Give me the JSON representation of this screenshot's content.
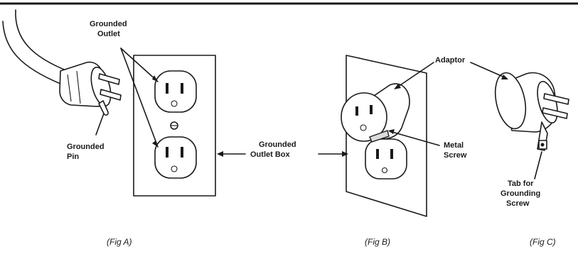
{
  "labels": {
    "grounded_outlet": [
      "Grounded",
      "Outlet"
    ],
    "grounded_pin": [
      "Grounded",
      "Pin"
    ],
    "grounded_outlet_box": [
      "Grounded",
      "Outlet Box"
    ],
    "adaptor": "Adaptor",
    "metal_screw": [
      "Metal",
      "Screw"
    ],
    "tab_for_grounding_screw": [
      "Tab for",
      "Grounding",
      "Screw"
    ]
  },
  "captions": {
    "fig_a": "(Fig A)",
    "fig_b": "(Fig B)",
    "fig_c": "(Fig C)"
  }
}
